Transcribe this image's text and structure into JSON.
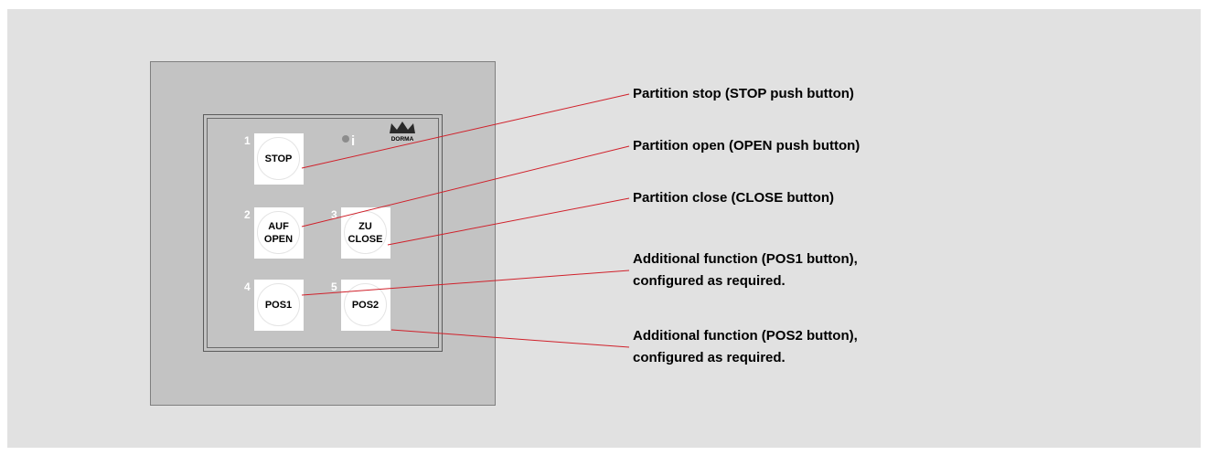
{
  "keypad": {
    "brand": "DORMA",
    "info_glyph": "i",
    "keys": [
      {
        "number": "1",
        "line1": "STOP",
        "line2": ""
      },
      {
        "number": "2",
        "line1": "AUF",
        "line2": "OPEN"
      },
      {
        "number": "3",
        "line1": "ZU",
        "line2": "CLOSE"
      },
      {
        "number": "4",
        "line1": "POS1",
        "line2": ""
      },
      {
        "number": "5",
        "line1": "POS2",
        "line2": ""
      }
    ]
  },
  "callouts": [
    {
      "line1": "Partition stop (STOP push button)",
      "line2": ""
    },
    {
      "line1": "Partition open (OPEN push button)",
      "line2": ""
    },
    {
      "line1": "Partition close (CLOSE button)",
      "line2": ""
    },
    {
      "line1": "Additional function (POS1 button),",
      "line2": "configured as required."
    },
    {
      "line1": "Additional function (POS2 button),",
      "line2": "configured as required."
    }
  ],
  "colors": {
    "background": "#e1e1e1",
    "panel": "#c3c3c3",
    "leader_line": "#d0202a",
    "led": "#8c8c8c"
  }
}
